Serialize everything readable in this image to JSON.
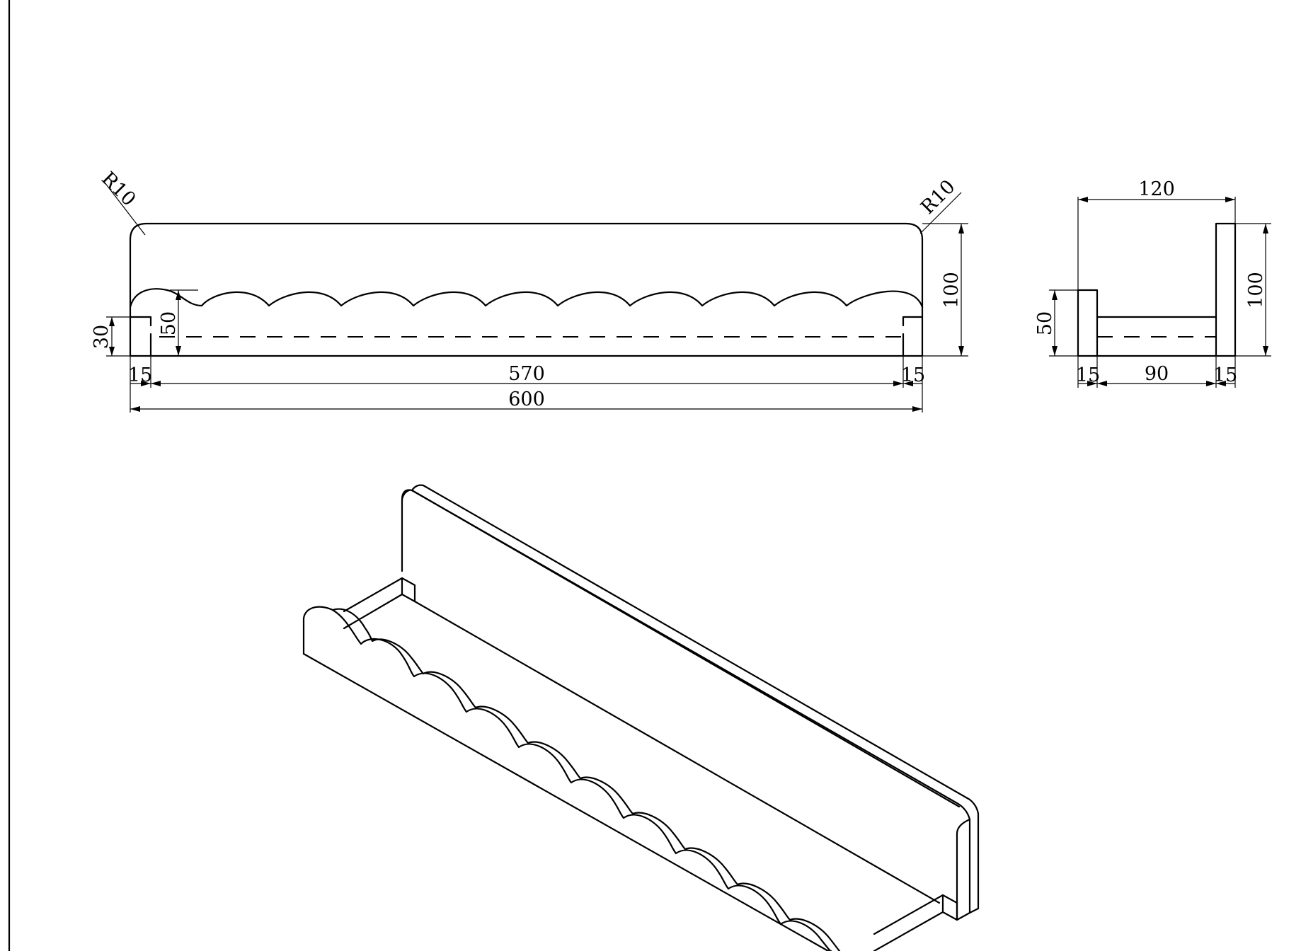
{
  "front_view": {
    "width_total": "600",
    "width_inner": "570",
    "end_left": "15",
    "end_right": "15",
    "height": "100",
    "scallop_height": "50",
    "cutout_height": "30",
    "radius_left": "R10",
    "radius_right": "R10"
  },
  "side_view": {
    "depth_total": "120",
    "left_board": "15",
    "middle": "90",
    "right_board": "15",
    "height_back": "100",
    "height_front": "50"
  },
  "isometric": {
    "scallop_count": 11
  }
}
